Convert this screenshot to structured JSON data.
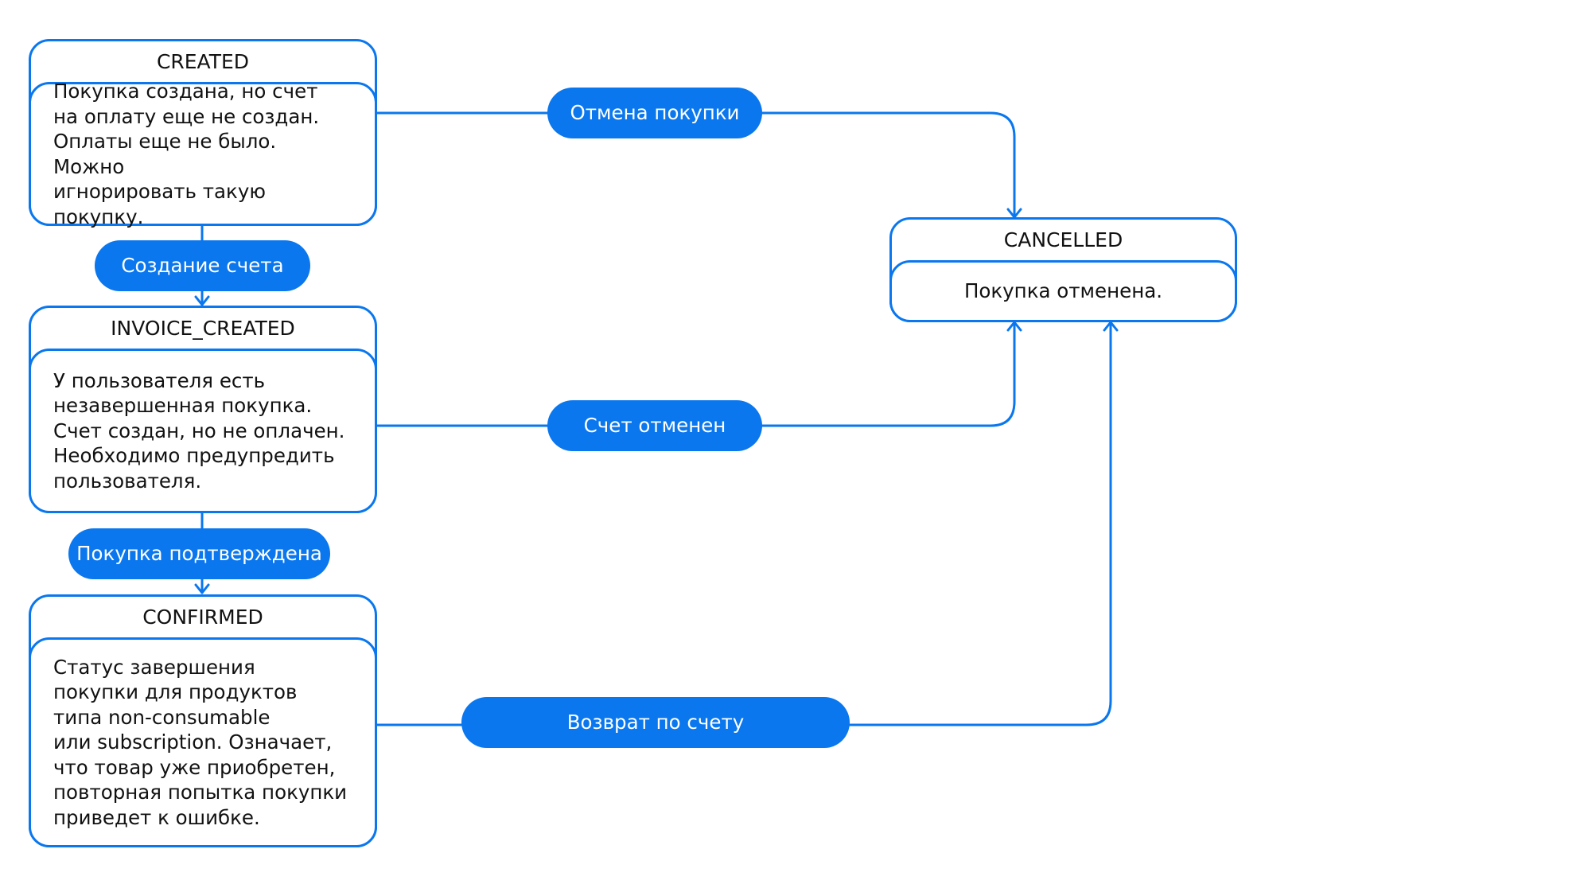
{
  "colors": {
    "accent": "#0a77ee",
    "text": "#111111",
    "background": "#ffffff"
  },
  "states": {
    "created": {
      "title": "CREATED",
      "text": "Покупка создана, но счет\nна оплату еще не создан.\nОплаты еще не было. Можно\nигнорировать такую покупку."
    },
    "invoice_created": {
      "title": "INVOICE_CREATED",
      "text": "У пользователя есть\nнезавершенная покупка.\nСчет создан, но не оплачен.\nНеобходимо предупредить\nпользователя."
    },
    "confirmed": {
      "title": "CONFIRMED",
      "text": "Статус завершения\nпокупки для продуктов\nтипа non-consumable\nили subscription. Означает,\nчто товар уже приобретен,\nповторная попытка покупки\nприведет к ошибке."
    },
    "cancelled": {
      "title": "CANCELLED",
      "text": "Покупка отменена."
    }
  },
  "transitions": {
    "create_invoice": "Создание счета",
    "purchase_confirmed": "Покупка подтверждена",
    "cancel_purchase": "Отмена покупки",
    "invoice_cancelled": "Счет отменен",
    "refund": "Возврат по счету"
  }
}
